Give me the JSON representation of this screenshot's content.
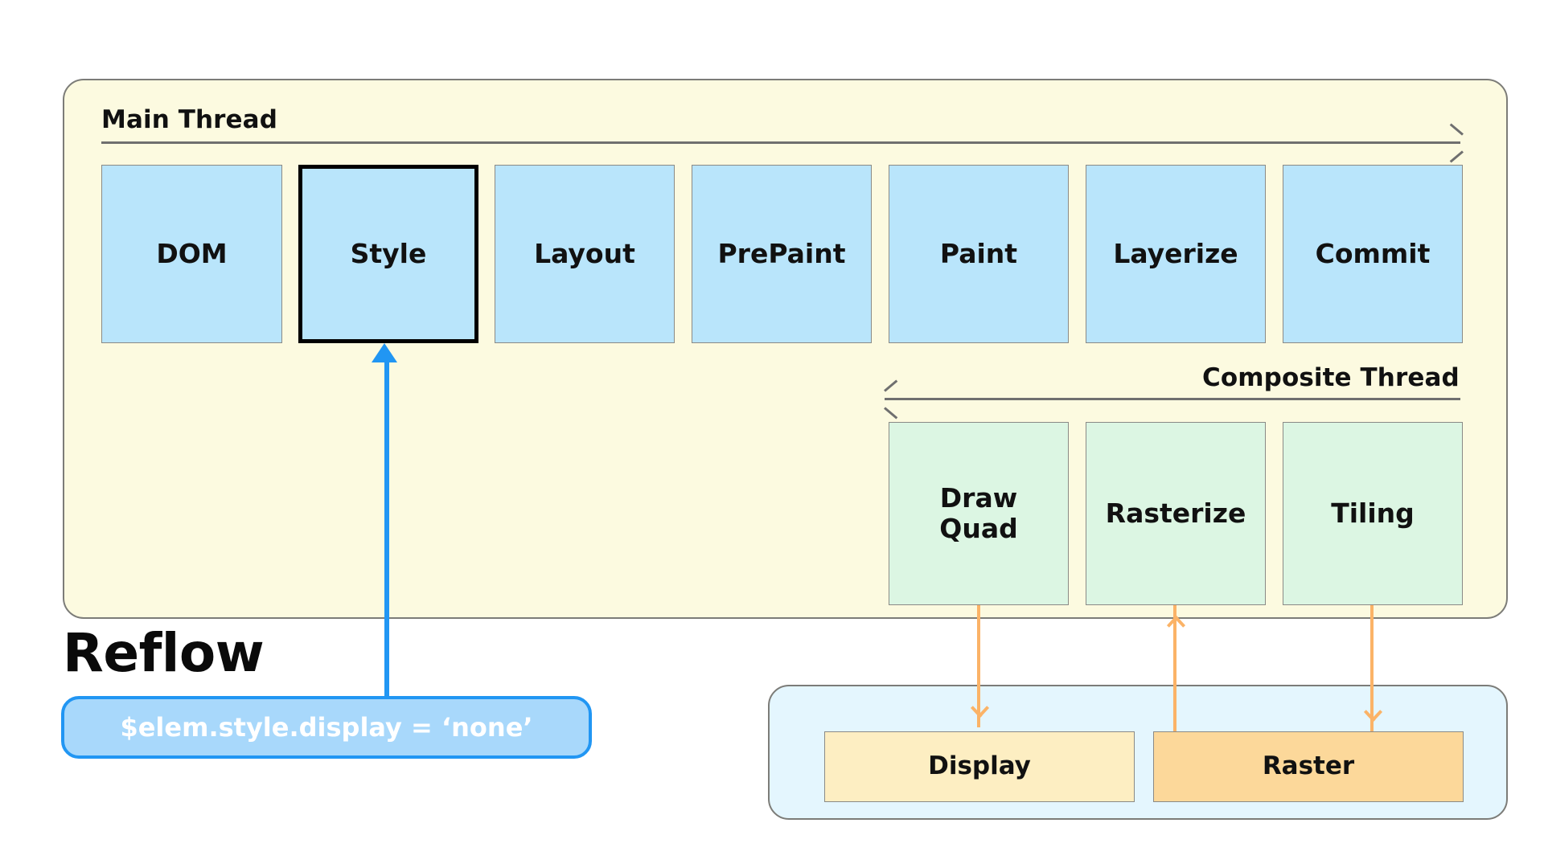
{
  "diagram": {
    "title_reflow": "Reflow",
    "main_thread": {
      "label": "Main Thread",
      "direction": "left-to-right",
      "stages": [
        {
          "label": "DOM",
          "active": false
        },
        {
          "label": "Style",
          "active": true
        },
        {
          "label": "Layout",
          "active": false
        },
        {
          "label": "PrePaint",
          "active": false
        },
        {
          "label": "Paint",
          "active": false
        },
        {
          "label": "Layerize",
          "active": false
        },
        {
          "label": "Commit",
          "active": false
        }
      ]
    },
    "composite_thread": {
      "label": "Composite Thread",
      "direction": "right-to-left",
      "stages": [
        {
          "label": "Draw Quad",
          "line1": "Draw",
          "line2": "Quad"
        },
        {
          "label": "Rasterize",
          "line1": "Rasterize",
          "line2": ""
        },
        {
          "label": "Tiling",
          "line1": "Tiling",
          "line2": ""
        }
      ]
    },
    "output_panel": {
      "boxes": [
        {
          "label": "Display",
          "fill": "light"
        },
        {
          "label": "Raster",
          "fill": "strong"
        }
      ]
    },
    "callout": {
      "code": "$elem.style.display = ‘none’",
      "target_stage": "Style"
    },
    "connections": [
      {
        "from": "callout",
        "to": "Style",
        "color": "#2196f3",
        "direction": "up"
      },
      {
        "from": "Draw Quad",
        "to": "Display",
        "color": "#fbb367",
        "direction": "down"
      },
      {
        "from": "Raster",
        "to": "Rasterize",
        "color": "#fbb367",
        "direction": "up"
      },
      {
        "from": "Tiling",
        "to": "Raster",
        "color": "#fbb367",
        "direction": "down"
      }
    ],
    "colors": {
      "panel_main_bg": "#fcfae0",
      "panel_out_bg": "#e4f6fe",
      "main_stage_fill": "#b9e5fb",
      "composite_stage_fill": "#dcf6e3",
      "display_fill": "#fdeec2",
      "raster_fill": "#fcd89a",
      "accent_blue": "#2196f3",
      "accent_orange": "#fbb367",
      "rail": "#6f6f6f"
    }
  }
}
